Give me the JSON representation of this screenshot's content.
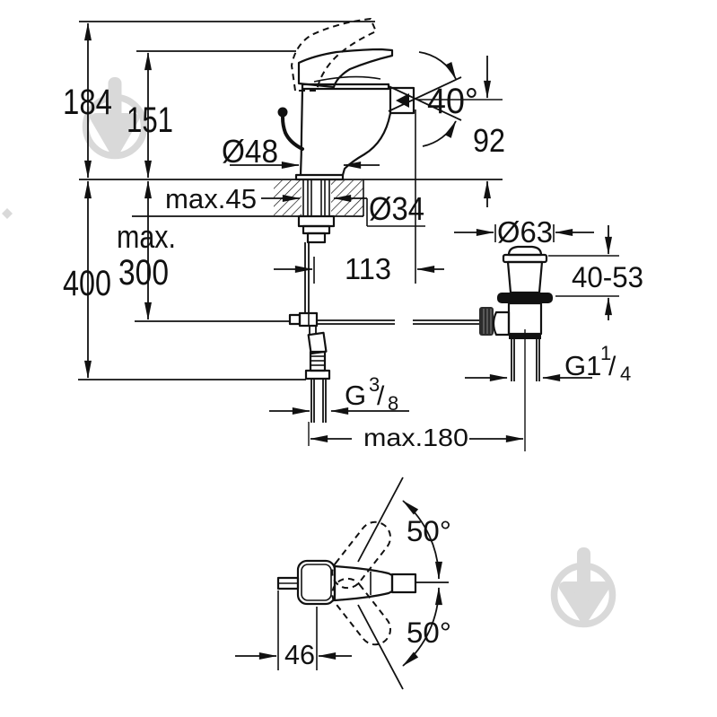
{
  "drawing": {
    "type": "faucet-installation-dimension-diagram",
    "units": "mm",
    "line_color": "#111111",
    "watermark_color": "#d9d9d9",
    "labels": {
      "height_total": "184",
      "height_body": "151",
      "depth_total": "400",
      "max_label": "max.",
      "max_hose_depth": "300",
      "max_deck_thickness": "max.45",
      "base_diameter": "Ø48",
      "hole_diameter": "Ø34",
      "spout_reach": "113",
      "aerator_angle": "40°",
      "spout_height": "92",
      "waste_cap_diameter": "Ø63",
      "waste_clamp_range": "40-53",
      "waste_thread_base": "G1",
      "waste_thread_num": "1",
      "waste_thread_slash": "/",
      "waste_thread_den": "4",
      "supply_thread_base": "G",
      "supply_thread_num": "3",
      "supply_thread_slash": "/",
      "supply_thread_den": "8",
      "max_waste_distance": "max.180",
      "handle_swing_up": "50°",
      "handle_swing_down": "50°",
      "rod_offset": "46"
    }
  }
}
